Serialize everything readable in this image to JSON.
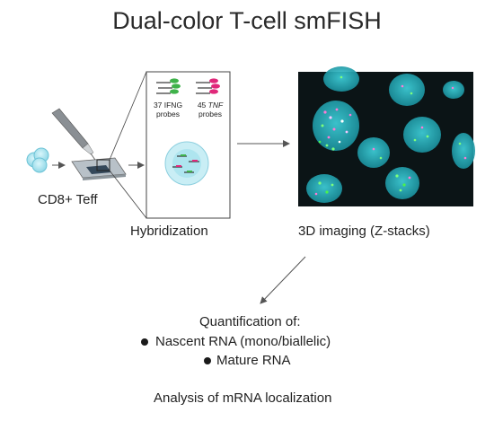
{
  "title": "Dual-color T-cell smFISH",
  "steps": {
    "cells": "CD8+ Teff",
    "hybridization": "Hybridization",
    "imaging": "3D imaging (Z-stacks)"
  },
  "probes": {
    "ifng_line1": "37 IFNG",
    "ifng_line2": "probes",
    "tnf_count": "45",
    "tnf_gene": "TNF",
    "tnf_line2": "probes"
  },
  "quantification": {
    "heading": "Quantification of:",
    "items": [
      "Nascent RNA (mono/biallelic)",
      "Mature RNA"
    ]
  },
  "analysis": "Analysis of mRNA localization",
  "colors": {
    "ifng_probe": "#3fb24a",
    "tnf_probe": "#e0287a",
    "nucleus": "#2ab8c4",
    "microscopy_background": "#0b1416"
  }
}
